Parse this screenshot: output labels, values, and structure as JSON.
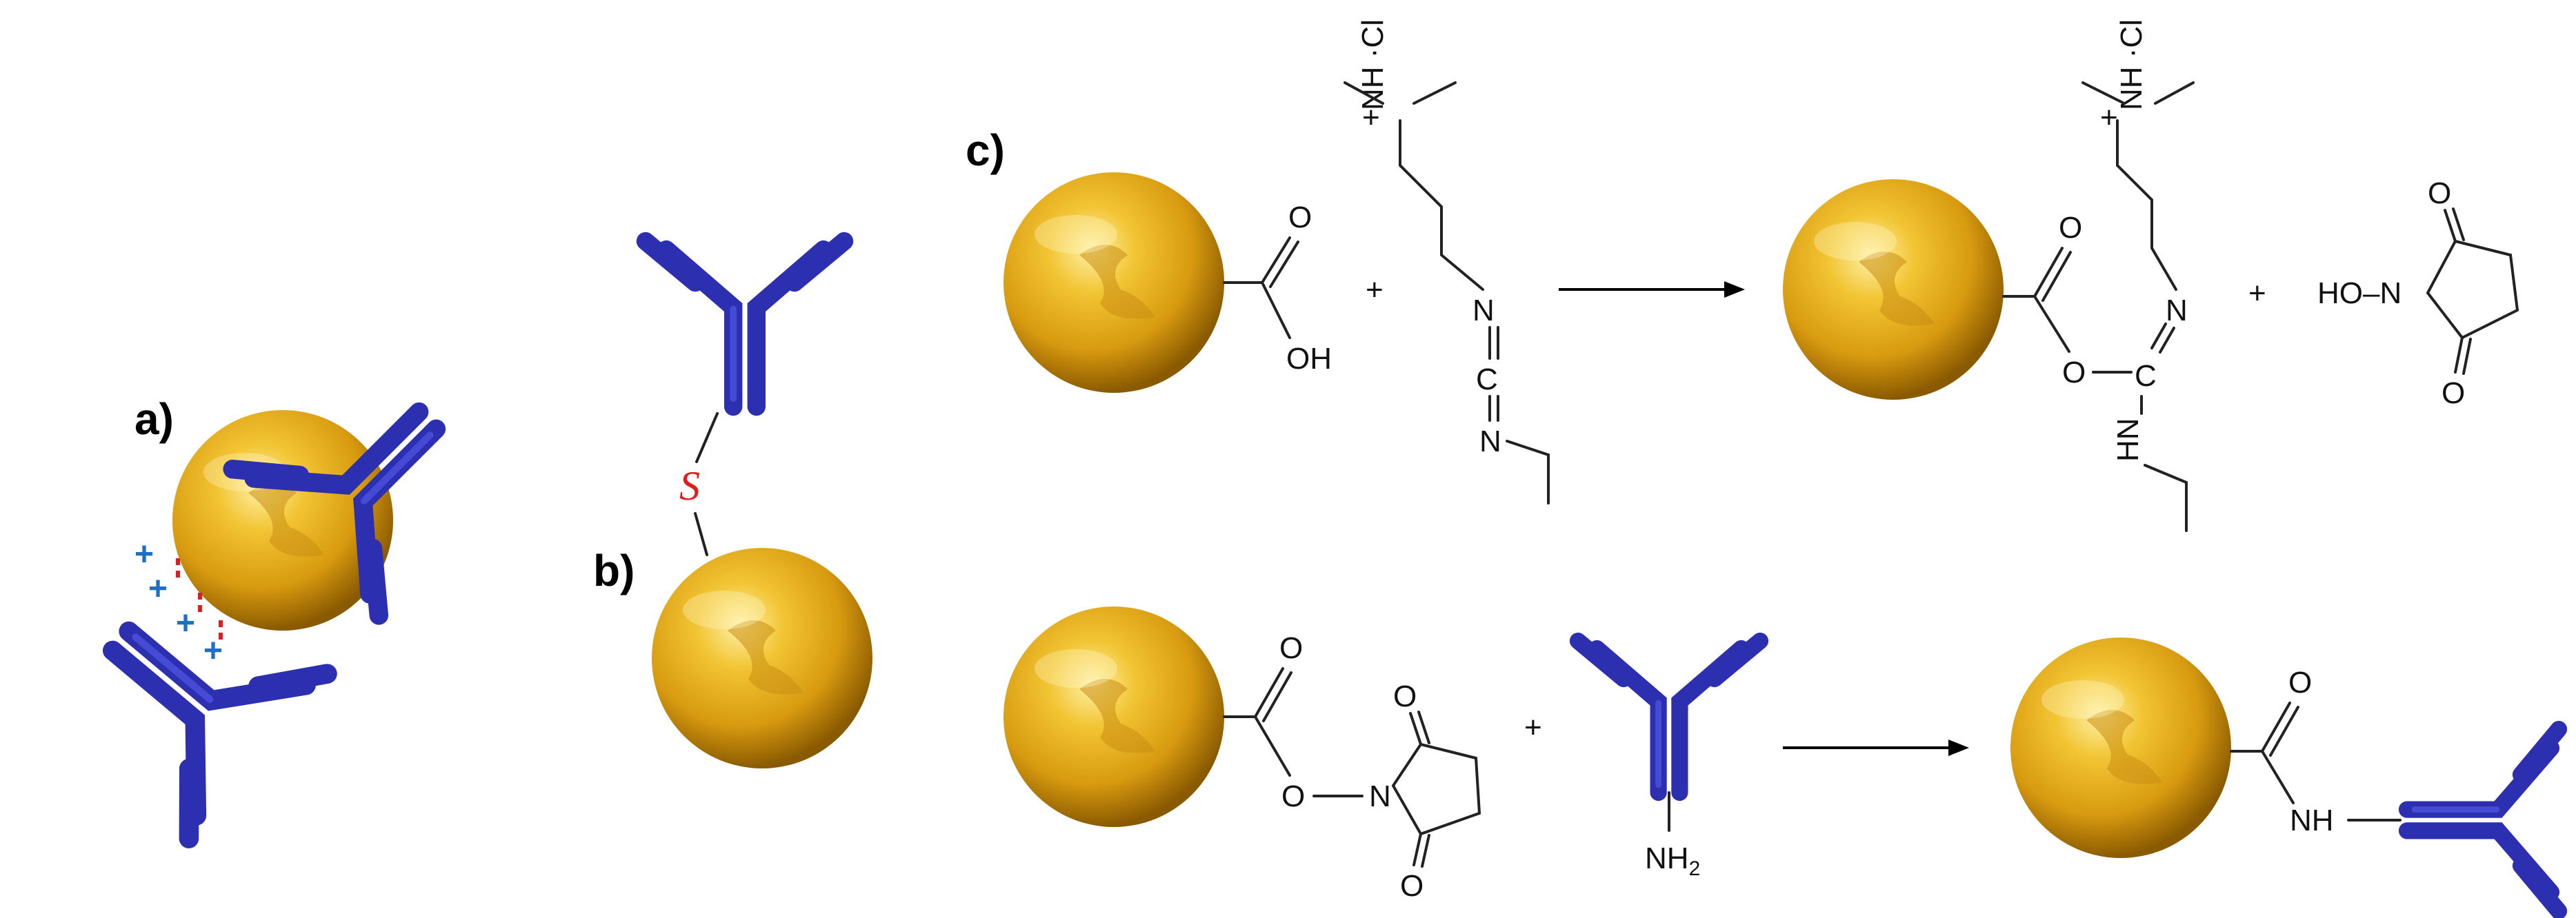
{
  "panels": {
    "a": "a)",
    "b": "b)",
    "c": "c)"
  },
  "charges": {
    "plus": "+"
  },
  "thiol": {
    "atom": "S",
    "color": "#e31b1b"
  },
  "colors": {
    "gold": "#e8b423",
    "antibody": "#2b2fb0",
    "positive": "#1f6fc5",
    "negative": "#e31b1b"
  },
  "chem": {
    "O": "O",
    "OH": "OH",
    "plus": "+",
    "NH_Cl": "NH ·Cl",
    "N": "N",
    "C": "C",
    "eq": "=",
    "HO_N": "HO–N",
    "HN": "HN",
    "NH": "NH",
    "NH2": "NH",
    "sub2": "2"
  }
}
